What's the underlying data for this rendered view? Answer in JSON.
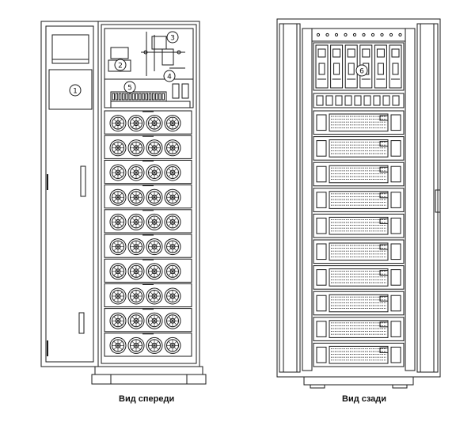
{
  "captions": {
    "front": "Вид спереди",
    "rear": "Вид сзади"
  },
  "callouts": [
    "1",
    "2",
    "3",
    "4",
    "5",
    "6"
  ],
  "front_view": {
    "fan_rows": 10,
    "fans_per_row": 4
  },
  "rear_view": {
    "breaker_count": 6,
    "module_count": 10
  },
  "colors": {
    "line": "#1a1a1a",
    "background": "#ffffff"
  }
}
